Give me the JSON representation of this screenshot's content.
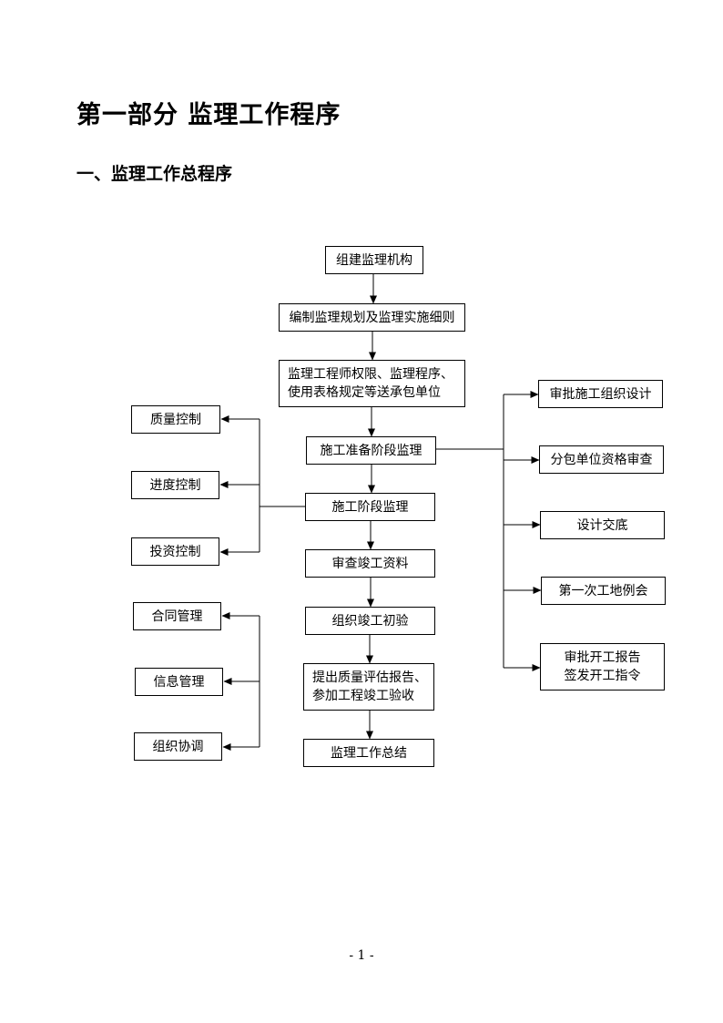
{
  "heading": "第一部分  监理工作程序",
  "subheading": "一、监理工作总程序",
  "page_number": "- 1 -",
  "center_steps": [
    "组建监理机构",
    "编制监理规划及监理实施细则",
    "监理工程师权限、监理程序、",
    "使用表格规定等送承包单位",
    "施工准备阶段监理",
    "施工阶段监理",
    "审查竣工资料",
    "组织竣工初验",
    "提出质量评估报告、",
    "参加工程竣工验收",
    "监理工作总结"
  ],
  "left_items": [
    "质量控制",
    "进度控制",
    "投资控制",
    "合同管理",
    "信息管理",
    "组织协调"
  ],
  "right_items": [
    "审批施工组织设计",
    "分包单位资格审查",
    "设计交底",
    "第一次工地例会",
    "审批开工报告",
    "签发开工指令"
  ]
}
